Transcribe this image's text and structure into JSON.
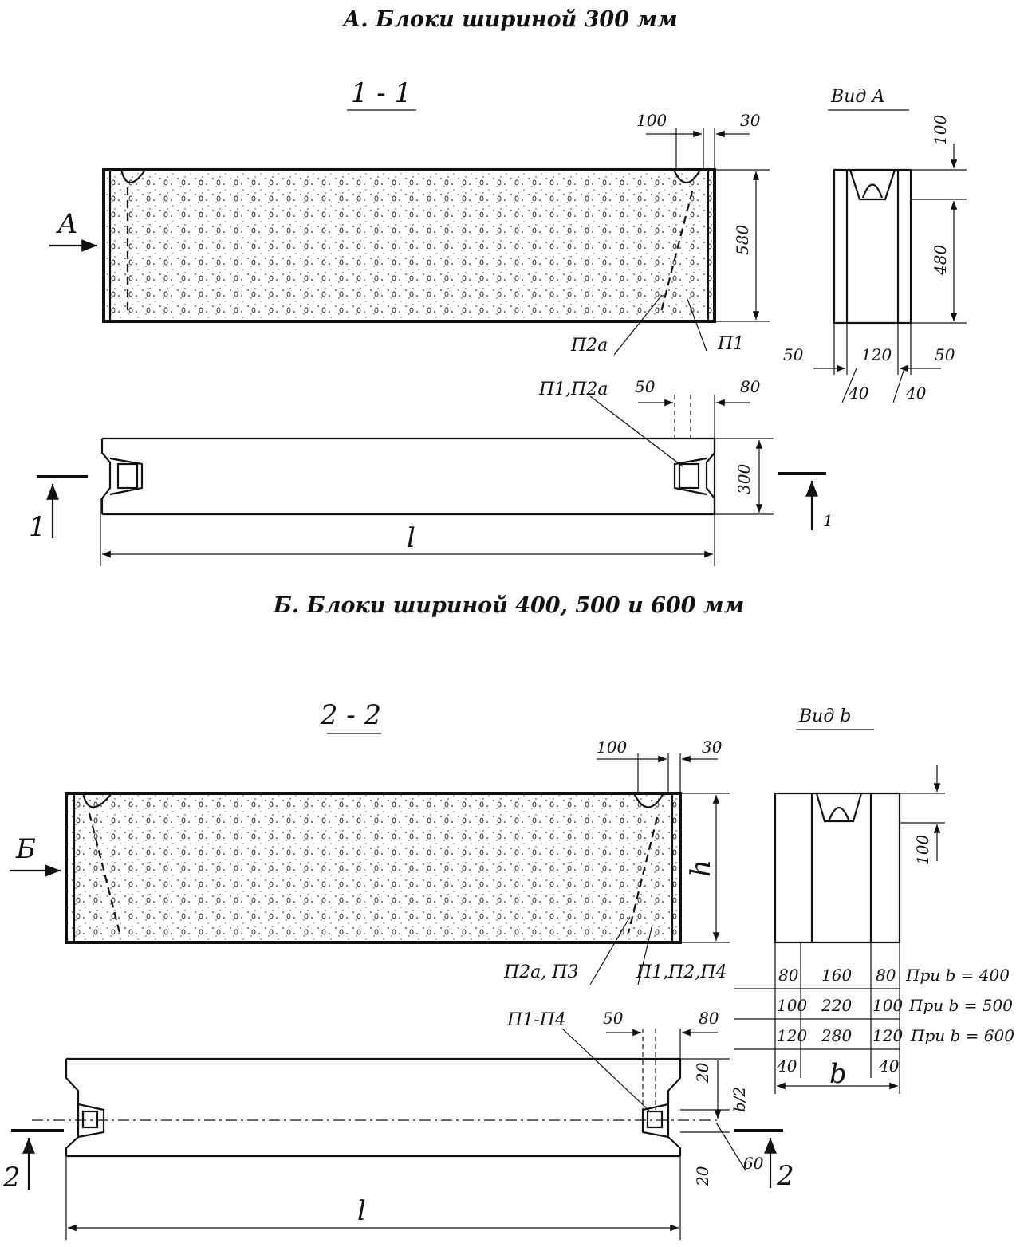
{
  "section_a": {
    "title": "А. Блоки шириной 300 мм",
    "section_label": "1 - 1",
    "view_label": "Вид А",
    "view_arrow": "А",
    "dims": {
      "d100": "100",
      "d30": "30",
      "d580": "580",
      "va_100": "100",
      "va_480": "480",
      "va_50_left": "50",
      "va_120": "120",
      "va_50_right": "50",
      "va_40_left": "40",
      "va_40_right": "40",
      "plan_50": "50",
      "plan_80": "80",
      "plan_300": "300",
      "length": "l"
    },
    "callouts": {
      "p2a": "П2а",
      "p1": "П1",
      "p1p2a": "П1,П2а"
    },
    "cut_mark": "1"
  },
  "section_b": {
    "title": "Б. Блоки шириной 400, 500 и 600 мм",
    "section_label": "2 - 2",
    "view_label": "Вид b",
    "view_arrow": "Б",
    "dims": {
      "d100": "100",
      "d30": "30",
      "height": "h",
      "vb_100": "100",
      "plan_50": "50",
      "plan_80": "80",
      "plan_20_top": "20",
      "plan_b2": "b/2",
      "plan_60": "60",
      "plan_20_bottom": "20",
      "width": "b",
      "length": "l",
      "vb_40_left": "40",
      "vb_40_right": "40"
    },
    "callouts": {
      "p2a_p3": "П2а, П3",
      "p1p2p4": "П1,П2,П4",
      "p1_p4": "П1-П4"
    },
    "cut_mark": "2",
    "width_table": [
      {
        "left": "80",
        "mid": "160",
        "right": "80",
        "note": "При b = 400"
      },
      {
        "left": "100",
        "mid": "220",
        "right": "100",
        "note": "При b = 500"
      },
      {
        "left": "120",
        "mid": "280",
        "right": "120",
        "note": "При b = 600"
      }
    ]
  }
}
